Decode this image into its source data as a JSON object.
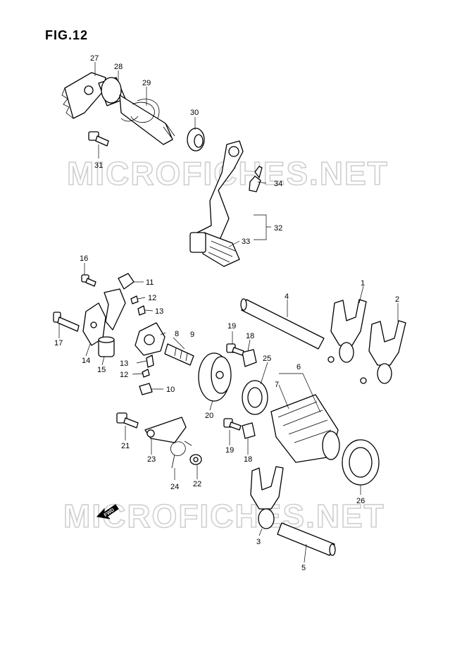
{
  "figure": {
    "title": "FIG.12"
  },
  "watermark": {
    "text": "MICROFICHES.NET"
  },
  "direction_marker": {
    "text": "FWD"
  },
  "callouts": {
    "p1": "1",
    "p2": "2",
    "p3": "3",
    "p4": "4",
    "p5": "5",
    "p6": "6",
    "p7": "7",
    "p8": "8",
    "p9": "9",
    "p10": "10",
    "p11": "11",
    "p12a": "12",
    "p12b": "12",
    "p13a": "13",
    "p13b": "13",
    "p14": "14",
    "p15": "15",
    "p16": "16",
    "p17": "17",
    "p18a": "18",
    "p18b": "18",
    "p19a": "19",
    "p19b": "19",
    "p20": "20",
    "p21": "21",
    "p22": "22",
    "p23": "23",
    "p24": "24",
    "p25": "25",
    "p26": "26",
    "p27": "27",
    "p28": "28",
    "p29": "29",
    "p30": "30",
    "p31": "31",
    "p32": "32",
    "p33": "33",
    "p34": "34"
  }
}
